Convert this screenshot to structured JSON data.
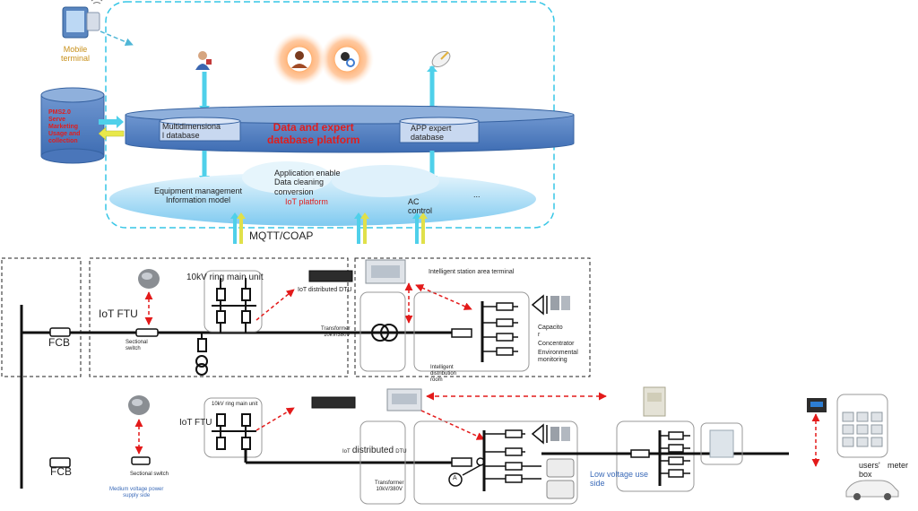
{
  "top": {
    "mobile_terminal": "Mobile\nterminal",
    "pms_box": "PMS2.0\nServe\nMarketing\nUsage and\ncollection",
    "multidim_db": "Multidimensiona\nl database",
    "platform_title": "Data and expert\ndatabase platform",
    "app_expert_db": "APP expert\ndatabase",
    "equipment_mgmt": "Equipment management\nInformation model",
    "app_enable": "Application enable\nData cleaning\nconversion",
    "iot_platform": "IoT platform",
    "ac_control": "AC\ncontrol",
    "ellipsis": "...",
    "protocol": "MQTT/COAP"
  },
  "row1": {
    "ring_main_unit": "10kV ring main unit",
    "iot_ftu": "IoT FTU",
    "fcb": "FCB",
    "sectional_switch": "Sectional\nswitch",
    "iot_dtu": "IoT distributed DTU",
    "station_terminal": "Intelligent station area terminal",
    "transformer": "Transformer\n10kV/380V",
    "capacitor": "Capacito\nr",
    "concentrator": "Concentrator",
    "environmental": "Environmental\nmonitoring",
    "intelligent_room": "Intelligent\ndistribution\nroom"
  },
  "row2": {
    "fcb": "FCB",
    "iot_ftu": "IoT FTU",
    "ring_main_unit": "10kV ring main unit",
    "sectional_switch": "Sectional switch",
    "medium_voltage": "Medium voltage power\nsupply side",
    "iot_dtu_prefix": "IoT",
    "iot_dtu_main": "distributed",
    "iot_dtu_suffix": "DTU",
    "transformer": "Transformer\n10kV/380V",
    "ammeter_symbol": "A",
    "low_voltage": "Low voltage use\nside",
    "users_box": "users'\nbox",
    "meter": "meter"
  }
}
